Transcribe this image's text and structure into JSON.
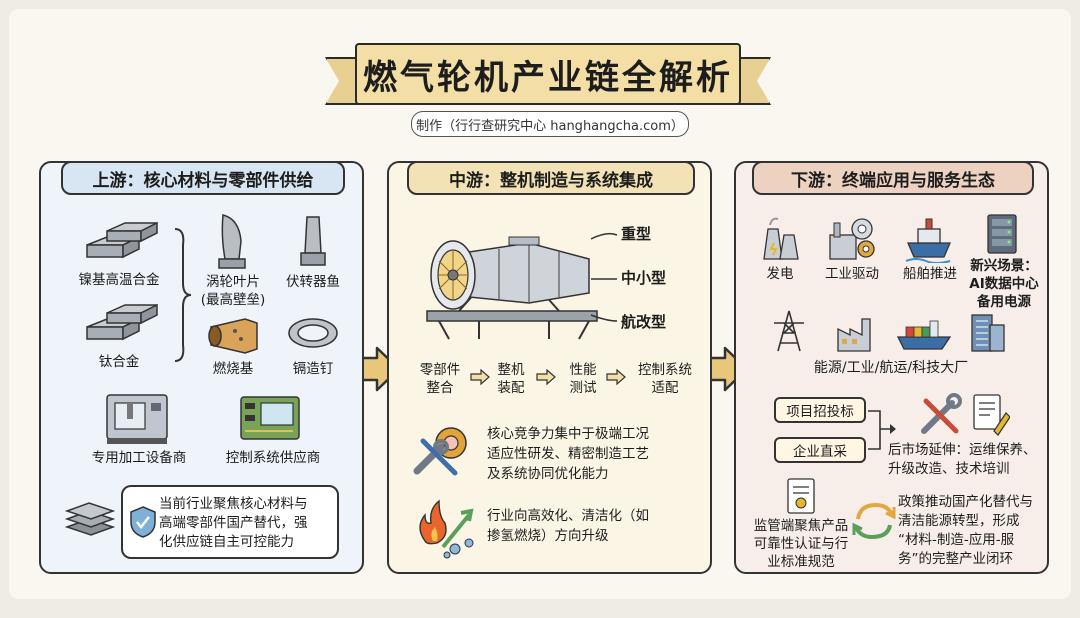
{
  "title": "燃气轮机产业链全解析",
  "credit": "制作（行行查研究中心 hanghangcha.com）",
  "upstream": {
    "title": "上游：核心材料与零部件供给",
    "materials": [
      "镍基高温合金",
      "钛合金"
    ],
    "parts": [
      "涡轮叶片",
      "(最高壁垒)",
      "伏转器鱼",
      "燃烧基",
      "镉造钉"
    ],
    "equipment": [
      "专用加工设备商",
      "控制系统供应商"
    ],
    "note": [
      "当前行业聚焦核心材料与",
      "高端零部件国产替代，强",
      "化供应链自主可控能力"
    ]
  },
  "midstream": {
    "title": "中游：整机制造与系统集成",
    "types": [
      "重型",
      "中小型",
      "航改型"
    ],
    "steps": [
      [
        "零部件",
        "整合"
      ],
      [
        "整机",
        "装配"
      ],
      [
        "性能",
        "测试"
      ],
      [
        "控制系统",
        "适配"
      ]
    ],
    "core": [
      "核心竞争力集中于极端工况",
      "适应性研发、精密制造工艺",
      "及系统协同优化能力"
    ],
    "trend": [
      "行业向高效化、清洁化（如",
      "掺氢燃烧）方向升级"
    ]
  },
  "downstream": {
    "title": "下游：终端应用与服务生态",
    "apps": [
      "发电",
      "工业驱动",
      "船舶推进"
    ],
    "new_scene": [
      "新兴场景：",
      "AI数据中心",
      "备用电源"
    ],
    "sectors": "能源/工业/航运/科技大厂",
    "channels": [
      "项目招投标",
      "企业直采"
    ],
    "aftermarket": [
      "后市场延伸：运维保养、",
      "升级改造、技术培训"
    ],
    "regulation": [
      "监管端聚焦产品",
      "可靠性认证与行",
      "业标准规范"
    ],
    "policy": [
      "政策推动国产化替代与",
      "清洁能源转型，形成",
      "“材料-制造-应用-服",
      "务”的完整产业闭环"
    ]
  }
}
